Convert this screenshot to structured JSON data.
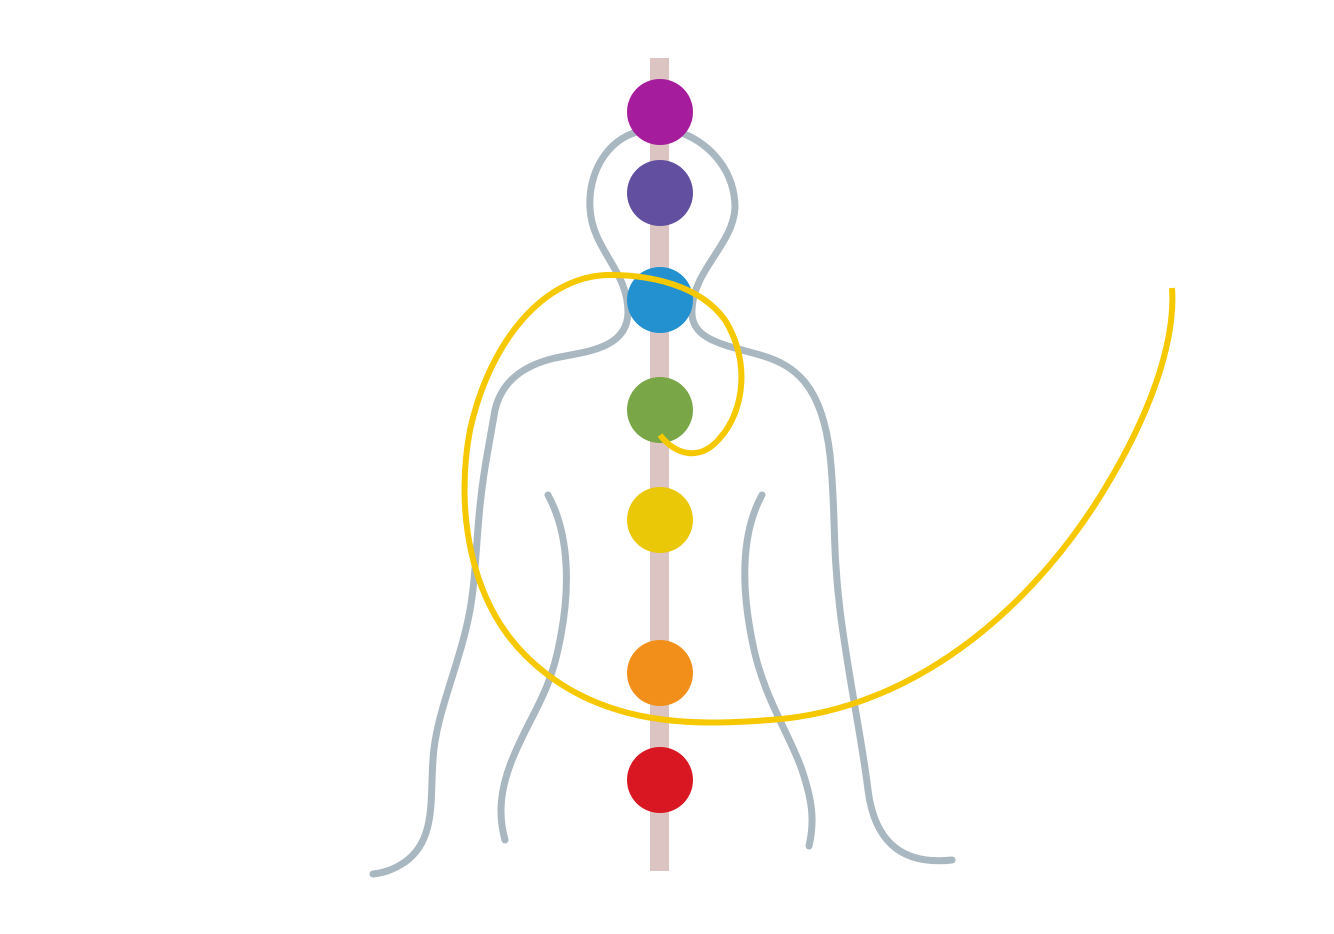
{
  "diagram": {
    "colors": {
      "background": "#ffffff",
      "spine": "#dcc4c3",
      "body_outline": "#a9b7c0",
      "spiral": "#f5c800"
    },
    "chakras": [
      {
        "id": "crown",
        "color": "#a51d9c"
      },
      {
        "id": "third-eye",
        "color": "#634f9f"
      },
      {
        "id": "throat",
        "color": "#2391cf"
      },
      {
        "id": "heart",
        "color": "#79a646"
      },
      {
        "id": "solar-plexus",
        "color": "#eac807"
      },
      {
        "id": "sacral",
        "color": "#f28f1a"
      },
      {
        "id": "root",
        "color": "#d81722"
      }
    ]
  }
}
